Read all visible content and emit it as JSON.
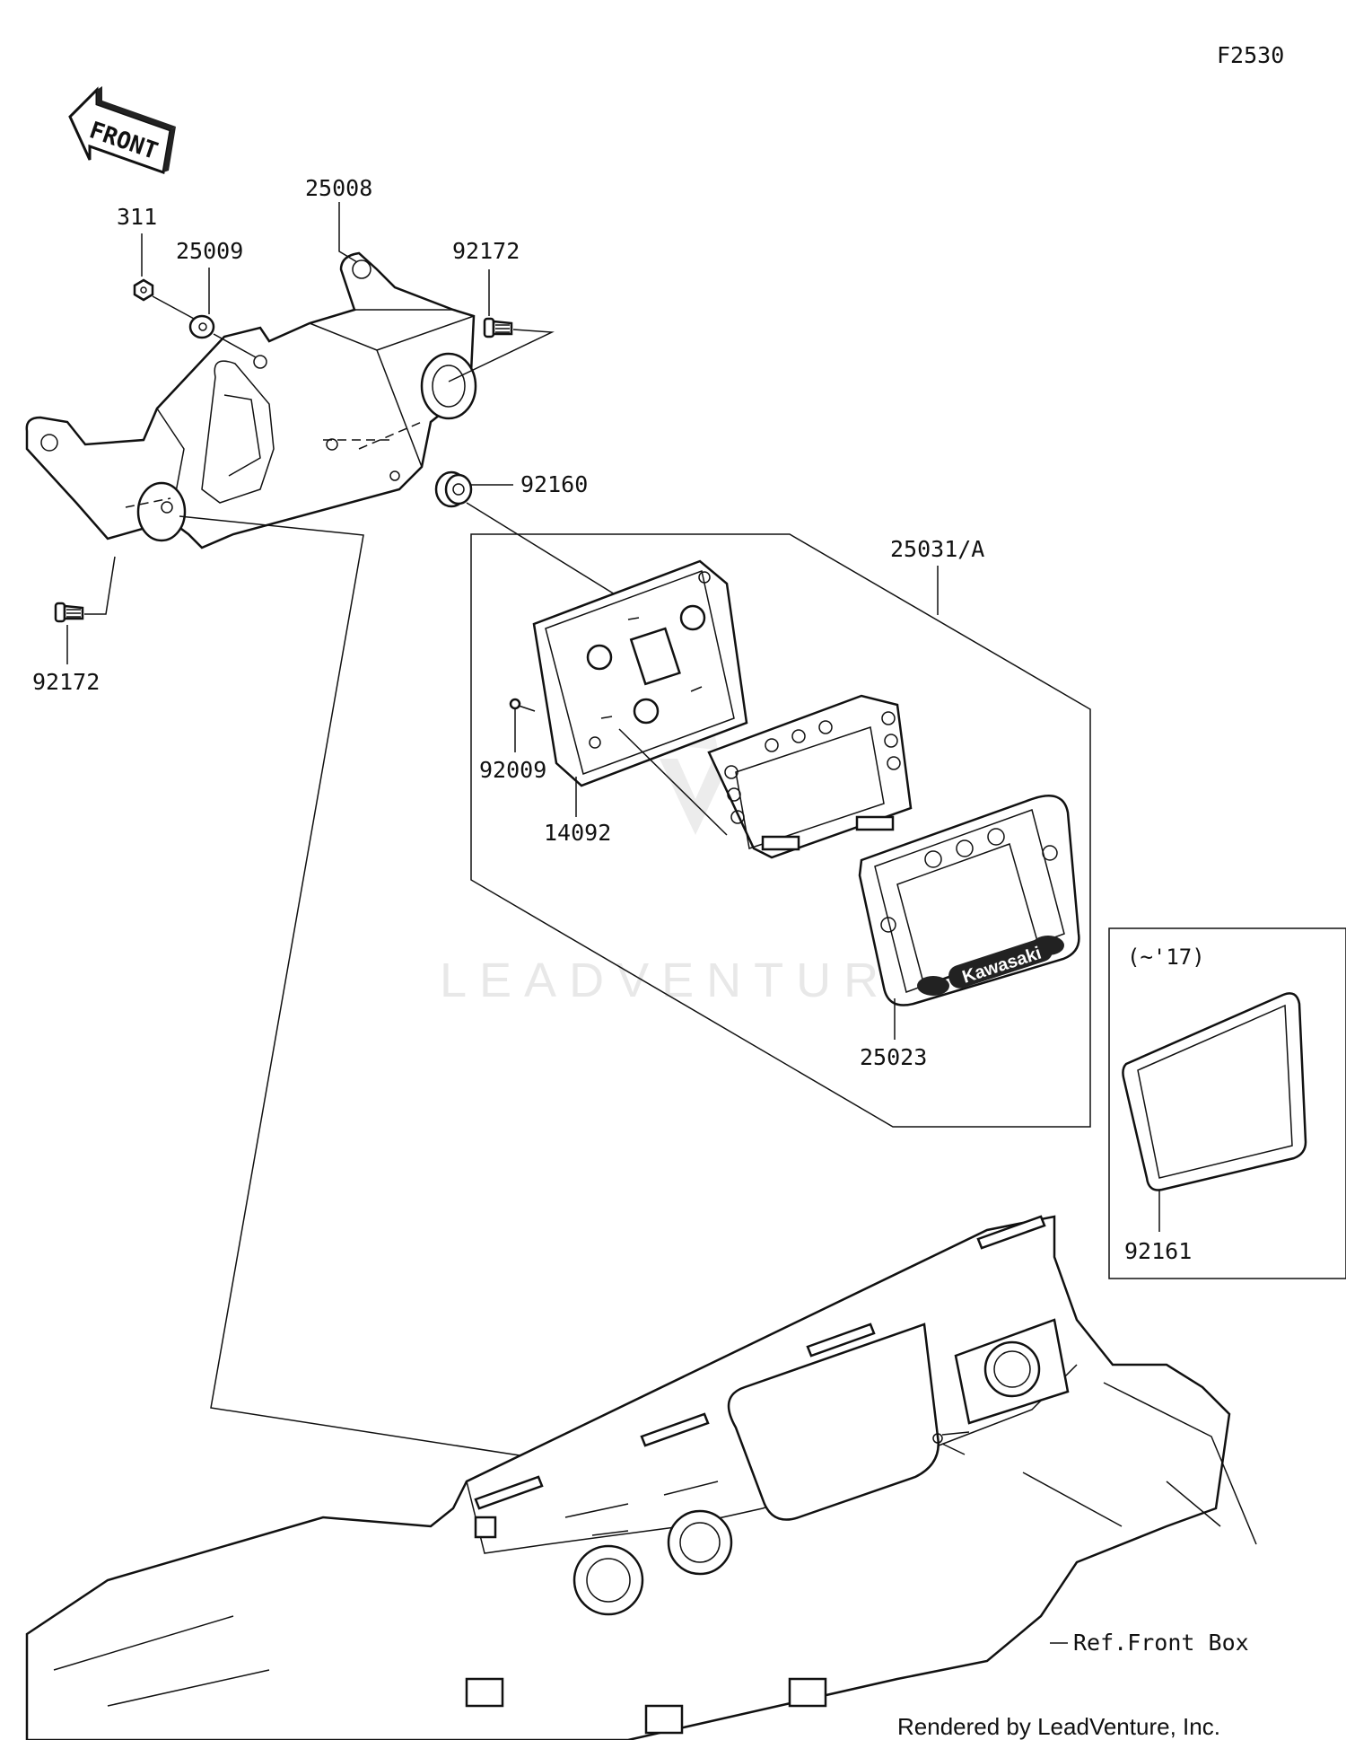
{
  "diagram_code": "F2530",
  "front_arrow_text": "FRONT",
  "callouts": {
    "p311": "311",
    "p25009": "25009",
    "p25008": "25008",
    "p92172_top": "92172",
    "p92160": "92160",
    "p92172_left": "92172",
    "p25031A": "25031/A",
    "p92009": "92009",
    "p14092": "14092",
    "p25023": "25023",
    "p92161": "92161",
    "ref_front_box": "Ref.Front Box"
  },
  "inset_label": "(~'17)",
  "meter_brand": "Kawasaki",
  "watermark": "LEADVENTURE",
  "credit": "Rendered by LeadVenture, Inc."
}
